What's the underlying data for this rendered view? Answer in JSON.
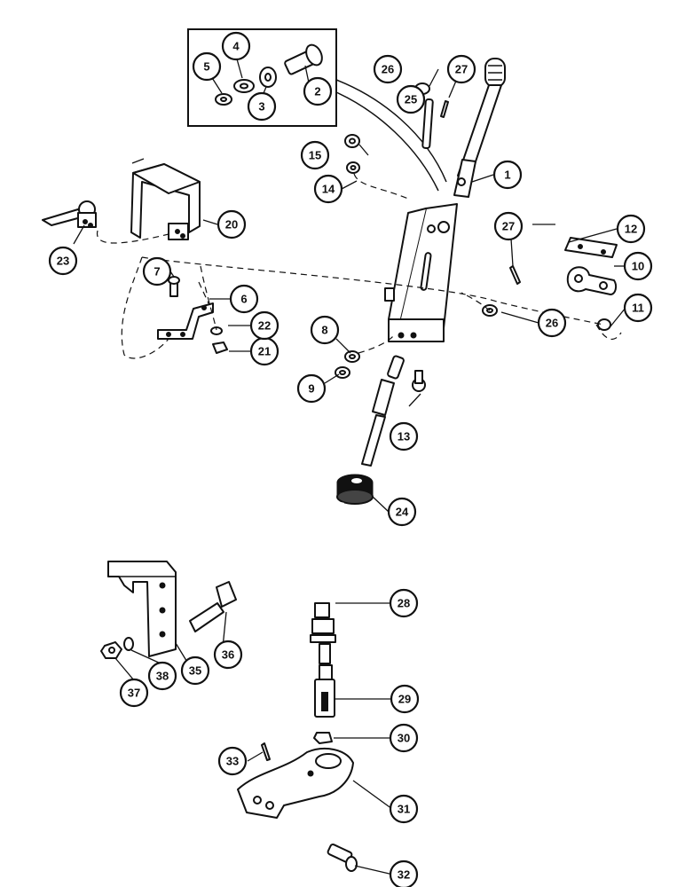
{
  "callouts": [
    {
      "id": "1",
      "label": "1"
    },
    {
      "id": "2",
      "label": "2"
    },
    {
      "id": "3",
      "label": "3"
    },
    {
      "id": "4",
      "label": "4"
    },
    {
      "id": "5",
      "label": "5"
    },
    {
      "id": "6",
      "label": "6"
    },
    {
      "id": "7",
      "label": "7"
    },
    {
      "id": "8",
      "label": "8"
    },
    {
      "id": "9",
      "label": "9"
    },
    {
      "id": "10",
      "label": "10"
    },
    {
      "id": "11",
      "label": "11"
    },
    {
      "id": "12",
      "label": "12"
    },
    {
      "id": "13",
      "label": "13"
    },
    {
      "id": "14",
      "label": "14"
    },
    {
      "id": "15",
      "label": "15"
    },
    {
      "id": "20",
      "label": "20"
    },
    {
      "id": "21",
      "label": "21"
    },
    {
      "id": "22",
      "label": "22"
    },
    {
      "id": "23",
      "label": "23"
    },
    {
      "id": "24",
      "label": "24"
    },
    {
      "id": "25",
      "label": "25"
    },
    {
      "id": "26a",
      "label": "26"
    },
    {
      "id": "26b",
      "label": "26"
    },
    {
      "id": "27a",
      "label": "27"
    },
    {
      "id": "27b",
      "label": "27"
    },
    {
      "id": "28",
      "label": "28"
    },
    {
      "id": "29",
      "label": "29"
    },
    {
      "id": "30",
      "label": "30"
    },
    {
      "id": "31",
      "label": "31"
    },
    {
      "id": "32",
      "label": "32"
    },
    {
      "id": "33",
      "label": "33"
    },
    {
      "id": "35",
      "label": "35"
    },
    {
      "id": "36",
      "label": "36"
    },
    {
      "id": "37",
      "label": "37"
    },
    {
      "id": "38",
      "label": "38"
    }
  ]
}
